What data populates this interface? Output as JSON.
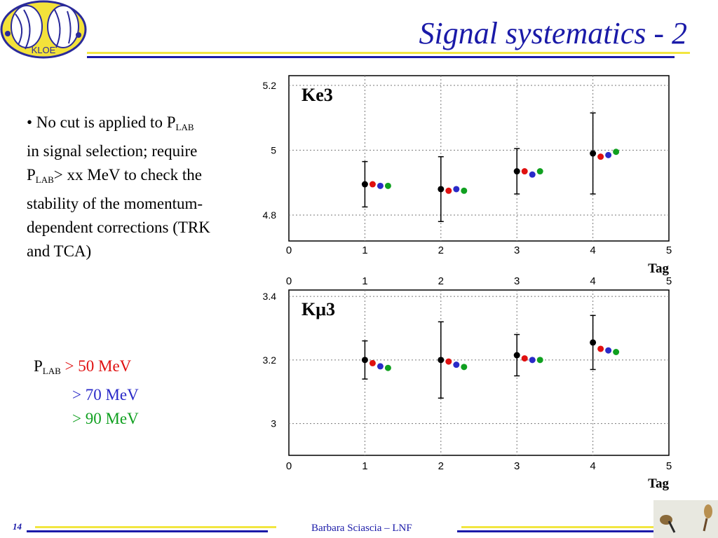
{
  "header": {
    "title": "Signal systematics - 2",
    "logo_text": "KLOE"
  },
  "body": {
    "bullet_prefix": "• No cut is applied to",
    "p": "P",
    "lab": "LAB",
    "bullet_after_1": " in signal selection; require",
    "bullet_after_2": "> xx MeV to check the stability of the momentum-dependent corrections (TRK and TCA)"
  },
  "legend": {
    "p": "P",
    "lab": "LAB",
    "entries": [
      "> 50 MeV",
      "> 70 MeV",
      "> 90 MeV"
    ],
    "colors": [
      "#e01010",
      "#2a2ac8",
      "#10a020"
    ]
  },
  "footer": {
    "page_number": "14",
    "author": "Barbara Sciascia – LNF"
  },
  "colors": {
    "title": "#1a1aa8",
    "rule_blue": "#1a1aa8",
    "rule_yellow": "#f2e640",
    "ref_point": "#000000",
    "series": [
      "#e01010",
      "#2a2ac8",
      "#10a020"
    ]
  },
  "chart_data": [
    {
      "type": "scatter",
      "label": "Ke3",
      "xlabel": "Tag",
      "xlim": [
        0,
        5
      ],
      "ylim": [
        4.72,
        5.23
      ],
      "x_ticks": [
        "0",
        "1",
        "2",
        "3",
        "4",
        "5"
      ],
      "y_ticks": [
        "4.8",
        "5",
        "5.2"
      ],
      "grid": true,
      "groups": [
        {
          "x": 1,
          "ref": {
            "y": 4.895,
            "err": 0.07
          },
          "values": [
            4.895,
            4.89,
            4.89
          ]
        },
        {
          "x": 2,
          "ref": {
            "y": 4.88,
            "err": 0.1
          },
          "values": [
            4.875,
            4.88,
            4.875
          ]
        },
        {
          "x": 3,
          "ref": {
            "y": 4.935,
            "err": 0.07
          },
          "values": [
            4.935,
            4.925,
            4.935
          ]
        },
        {
          "x": 4,
          "ref": {
            "y": 4.99,
            "err": 0.125
          },
          "values": [
            4.98,
            4.985,
            4.995
          ]
        }
      ]
    },
    {
      "type": "scatter",
      "label": "Kμ3",
      "xlabel": "Tag",
      "xlim": [
        0,
        5
      ],
      "ylim": [
        2.9,
        3.42
      ],
      "x_ticks": [
        "0",
        "1",
        "2",
        "3",
        "4",
        "5"
      ],
      "y_ticks": [
        "3",
        "3.2",
        "3.4"
      ],
      "grid": true,
      "groups": [
        {
          "x": 1,
          "ref": {
            "y": 3.2,
            "err": 0.06
          },
          "values": [
            3.19,
            3.18,
            3.175
          ]
        },
        {
          "x": 2,
          "ref": {
            "y": 3.2,
            "err": 0.12
          },
          "values": [
            3.195,
            3.185,
            3.178
          ]
        },
        {
          "x": 3,
          "ref": {
            "y": 3.215,
            "err": 0.065
          },
          "values": [
            3.205,
            3.2,
            3.2
          ]
        },
        {
          "x": 4,
          "ref": {
            "y": 3.255,
            "err": 0.085
          },
          "values": [
            3.235,
            3.23,
            3.225
          ]
        }
      ]
    }
  ]
}
